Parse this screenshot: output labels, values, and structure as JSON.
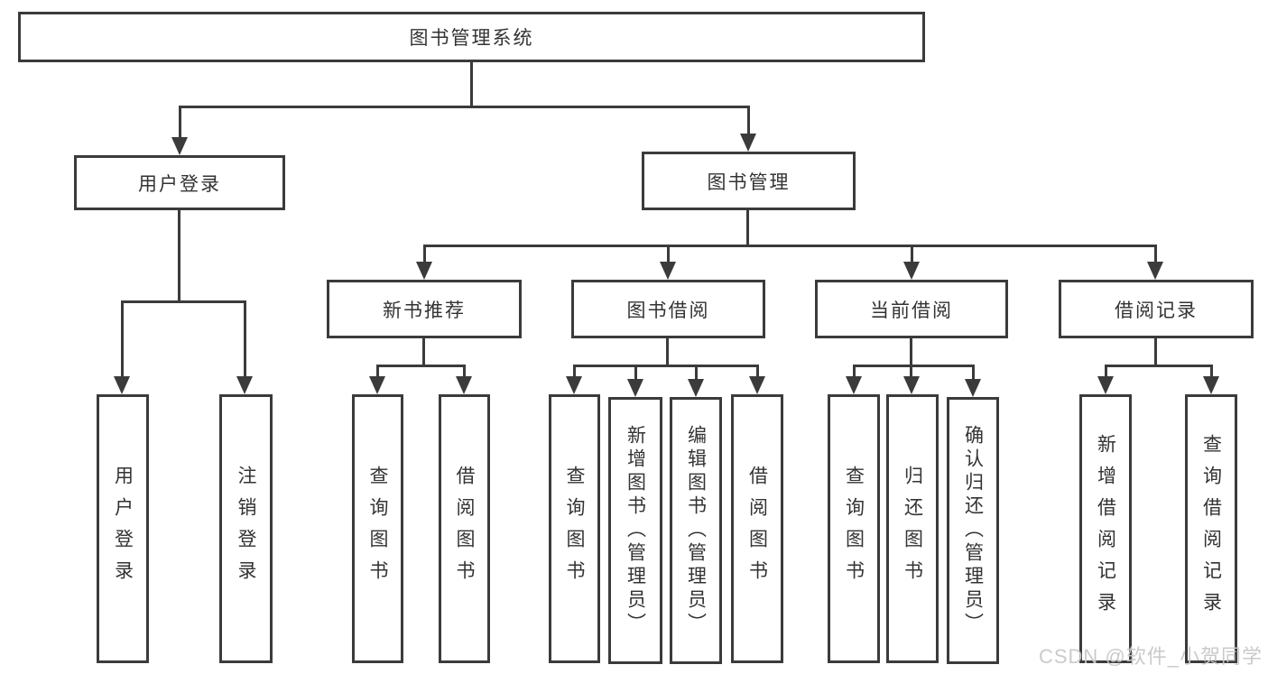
{
  "diagram": {
    "title": "图书管理系统",
    "nodes": {
      "user_login": "用户登录",
      "book_mgmt": "图书管理",
      "new_book": "新书推荐",
      "book_borrow": "图书借阅",
      "current_borrow": "当前借阅",
      "borrow_record": "借阅记录",
      "leaf_user_login": "用户登录",
      "leaf_logout": "注销登录",
      "leaf_query_book_a": "查询图书",
      "leaf_borrow_book_a": "借阅图书",
      "leaf_query_book_b": "查询图书",
      "leaf_add_book": "新增图书（管理员）",
      "leaf_edit_book": "编辑图书（管理员）",
      "leaf_borrow_book_b": "借阅图书",
      "leaf_query_book_c": "查询图书",
      "leaf_return_book": "归还图书",
      "leaf_confirm_return": "确认归还（管理员）",
      "leaf_add_record": "新增借阅记录",
      "leaf_query_record": "查询借阅记录"
    },
    "tree": {
      "root": "图书管理系统",
      "children": [
        {
          "label": "用户登录",
          "children": [
            "用户登录",
            "注销登录"
          ]
        },
        {
          "label": "图书管理",
          "children": [
            {
              "label": "新书推荐",
              "children": [
                "查询图书",
                "借阅图书"
              ]
            },
            {
              "label": "图书借阅",
              "children": [
                "查询图书",
                "新增图书（管理员）",
                "编辑图书（管理员）",
                "借阅图书"
              ]
            },
            {
              "label": "当前借阅",
              "children": [
                "查询图书",
                "归还图书",
                "确认归还（管理员）"
              ]
            },
            {
              "label": "借阅记录",
              "children": [
                "新增借阅记录",
                "查询借阅记录"
              ]
            }
          ]
        }
      ]
    },
    "watermark": "CSDN @软件_小贺同学",
    "colors": {
      "line": "#3b3b3b",
      "text": "#333333",
      "background": "#ffffff",
      "watermark": "#c8c8c8"
    }
  }
}
